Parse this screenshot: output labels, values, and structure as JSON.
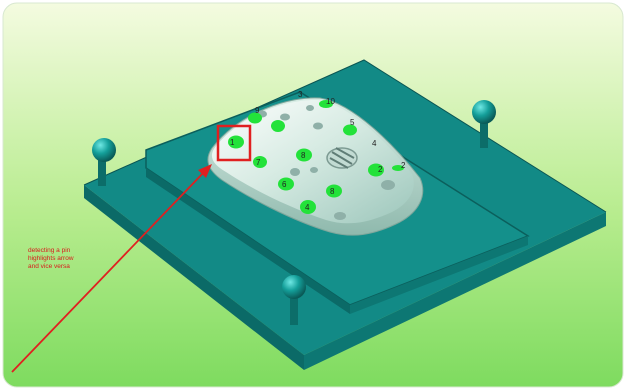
{
  "annotation": {
    "lines": [
      "detecting a pin",
      "highlights arrow",
      "and vice versa"
    ],
    "color": "#d81b1b"
  },
  "pins": [
    {
      "label": "3"
    },
    {
      "label": "10"
    },
    {
      "label": "5"
    },
    {
      "label": "4"
    },
    {
      "label": "8"
    },
    {
      "label": "6"
    },
    {
      "label": "1"
    },
    {
      "label": "2"
    },
    {
      "label": "9"
    },
    {
      "label": "7"
    }
  ],
  "colors": {
    "background_top": "#f4fbe0",
    "background_bottom": "#7edb5f",
    "plate": "#128a86",
    "plate_dark": "#0b5f5c",
    "pin_highlight": "#23e23a",
    "selection_box": "#e02020"
  },
  "icons": [
    "guide-post-icon",
    "pin-marker-icon",
    "selection-box-icon",
    "arrow-icon"
  ]
}
